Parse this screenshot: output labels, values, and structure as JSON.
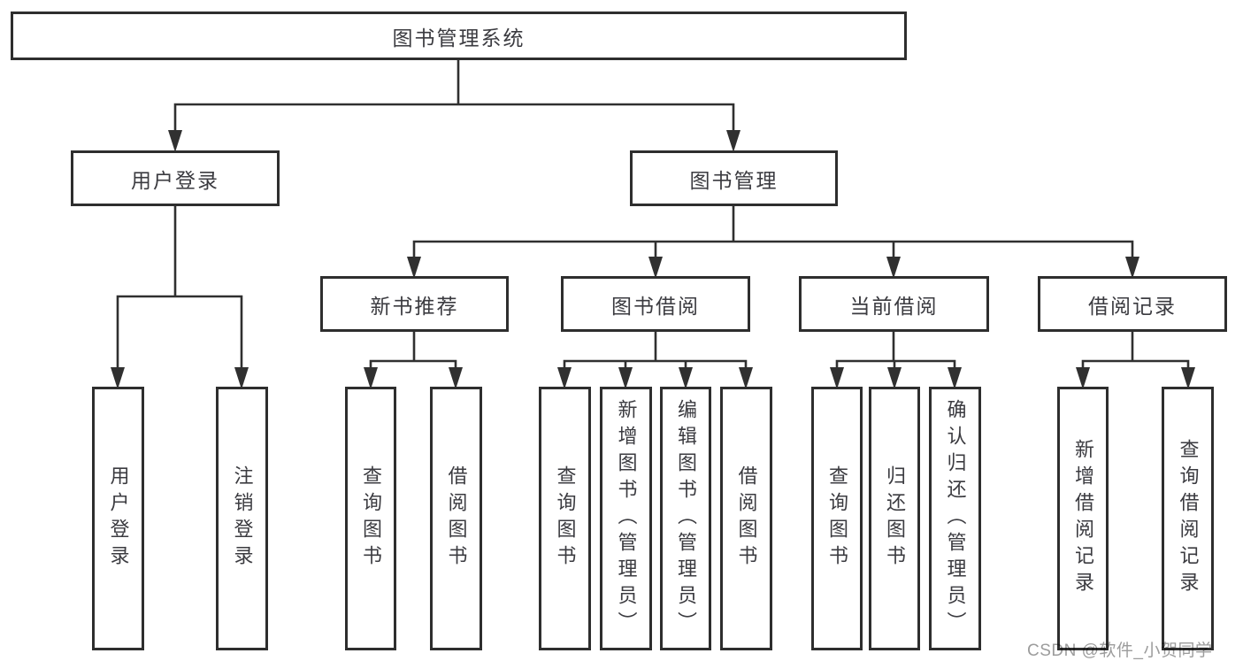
{
  "diagram": {
    "root": "图书管理系统",
    "level1": {
      "user_login": "用户登录",
      "book_management": "图书管理"
    },
    "level2": {
      "new_book_recommend": "新书推荐",
      "book_borrow": "图书借阅",
      "current_borrow": "当前借阅",
      "borrow_record": "借阅记录"
    },
    "leaves": {
      "user_login": [
        "用户登录",
        "注销登录"
      ],
      "new_book_recommend": [
        "查询图书",
        "借阅图书"
      ],
      "book_borrow": [
        "查询图书",
        "新增图书（管理员）",
        "编辑图书（管理员）",
        "借阅图书"
      ],
      "current_borrow": [
        "查询图书",
        "归还图书",
        "确认归还（管理员）"
      ],
      "borrow_record": [
        "新增借阅记录",
        "查询借阅记录"
      ]
    }
  },
  "watermark": "CSDN @软件_小贺同学",
  "colors": {
    "line": "#303030",
    "box_border": "#2e2e2e",
    "text": "#3b3b40",
    "watermark": "#9c9c9c",
    "background": "#ffffff"
  }
}
